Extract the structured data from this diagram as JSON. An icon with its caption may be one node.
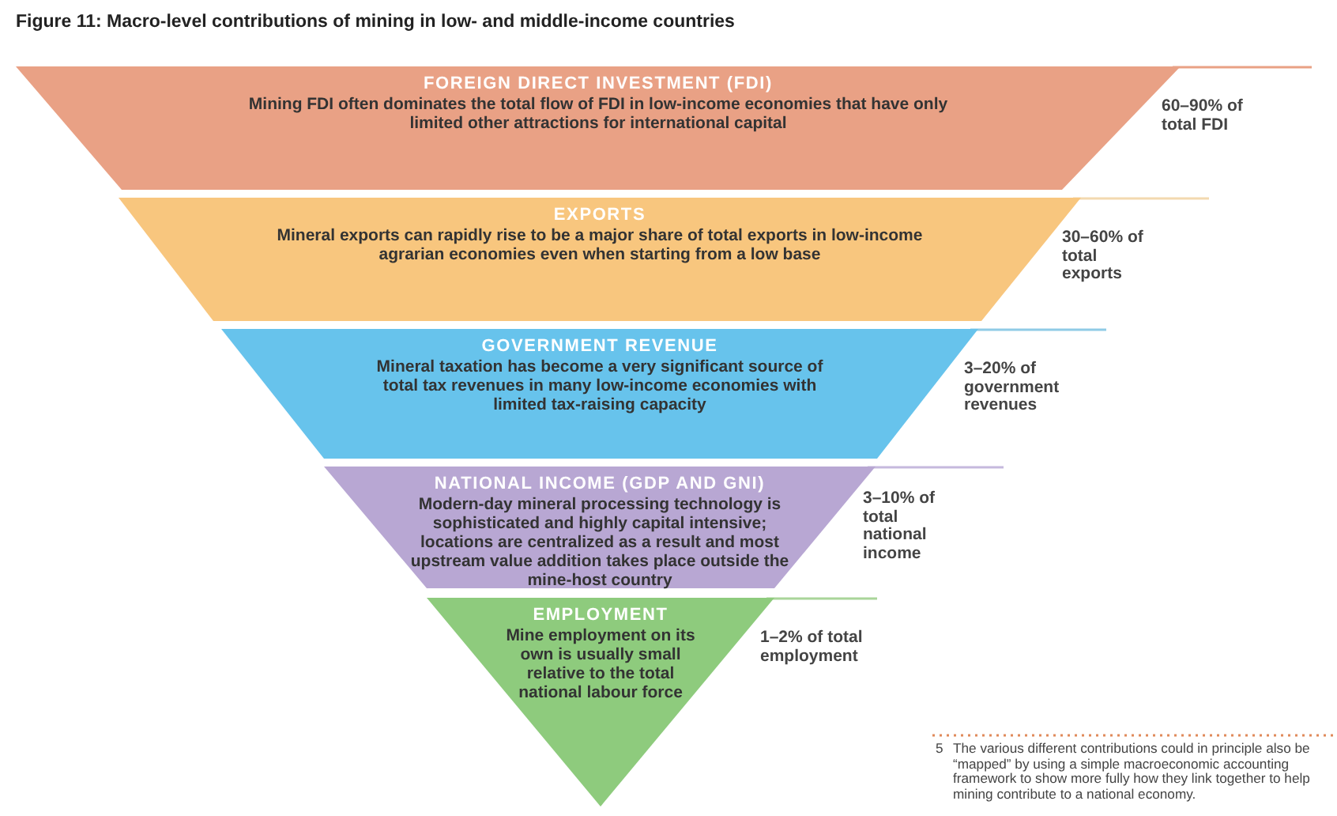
{
  "diagram": {
    "title": "Figure 11: Macro-level contributions of mining in low- and middle-income countries",
    "nodes": [
      {
        "text": [
          "FOREIGN DIRECT INVESTMENT (FDI)",
          "Mining FDI often dominates the total flow of FDI in low-income economies that have only limited other attractions for international capital"
        ],
        "beside": [
          "60–90% of total FDI"
        ]
      },
      {
        "text": [
          "EXPORTS",
          "Mineral exports can rapidly rise to be a major share of total exports in low-income agrarian economies even when starting from a low base"
        ],
        "beside": [
          "30–60% of total exports"
        ]
      },
      {
        "text": [
          "GOVERNMENT REVENUE",
          "Mineral taxation has become a very significant source of total tax revenues in many low-income economies with limited tax-raising capacity"
        ],
        "beside": [
          "3–20% of government revenues"
        ]
      },
      {
        "text": [
          "NATIONAL INCOME (GDP AND GNI)",
          "Modern-day mineral processing technology is sophisticated and highly capital intensive; locations are centralized as a result and most upstream value addition takes place outside the mine-host country"
        ],
        "beside": [
          "3–10% of total national income"
        ]
      },
      {
        "text": [
          "EMPLOYMENT",
          "Mine employment on its own is usually small relative to the total national labour force"
        ],
        "beside": [
          "1–2% of total employment"
        ]
      }
    ],
    "labels": [
      "5",
      "The various different contributions could in principle also be “mapped” by using a simple macroeconomic accounting framework to show more fully how they link together to help mining contribute to a national economy."
    ]
  }
}
